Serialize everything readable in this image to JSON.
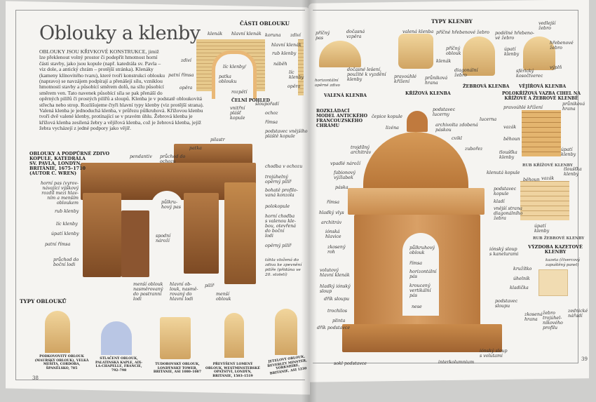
{
  "left_page": {
    "title": "Oblouky a klenby",
    "intro": "OBLOUKY JSOU KŘIVKOVÉ KONSTRUKCE, jimiž lze překlenout volný prostor či podepřít hmotnost horní části stavby, jako jsou kopule (např. katedrála sv. Pavla – viz dole, a antický chrám – protější stránka). Klenáky (kameny klínovitého tvaru), které tvoří konstrukci oblouku (napravo) se navzájem podpírají a přenášejí sílu, vzniklou hmotností stavby a působící směrem dolů, na sílu působící směrem ven. Tato navenek působící síla se pak přenáší do opěrných pilířů či prostých pilířů a sloupů. Klenba je v podstatě obloukovitá střecha nebo strop. Rozlišujeme čtyři hlavní typy klenby (viz protější strana). Valená klenba je jednoduchá klenba, v průřezu půlkruhová. Křížovou klenbu tvoří dvě valené klenby, protínající se v pravém úhlu. Žebrová klenba je křížová klenba zesílená žebry a vějířová klenba, což je žebrová klenba, jejíž žebra vycházejí z jedné podpory jako vějíř.",
    "parts_heading": "ČÁSTI OBLOUKU",
    "parts_caption": "ČELNÍ POHLED",
    "parts_labels": [
      "klenák",
      "hlavní klenák",
      "koruna",
      "hlavní klenák",
      "rub klenby",
      "náběh",
      "líc klenby/",
      "patka\noblouku",
      "zdiví",
      "patní římsa",
      "opěra",
      "rozpětí",
      "zdiví",
      "líc\nklenby",
      "opěra"
    ],
    "model_heading": "OBLOUKY A PODPŮRNÉ ZDIVO\nKOPULE, KATEDRÁLA\nSV. PAVLA, LONDÝN,\nBRITÁNIE, 1675–1710\n(AUTOR C. WREN)",
    "model_labels": [
      "vnitřní\nplášť\nkopule",
      "sloupořadí",
      "ochoz",
      "pilastr",
      "patka",
      "pendantiv",
      "průchod do\nochozu",
      "římsa",
      "podstavec vnějšího\npláště kopule",
      "chodba v ochozu",
      "trojúhelný\nopěrný pilíř",
      "bohatě profilo-\nvaná konzola",
      "polokopule",
      "horní chodba\ns valenou kle-\nbou, otevřená\ndo boční\nlodi",
      "opěrný pilíř",
      "táhla vložená do\nzdiva ke zpevnění\npilíře (přidána ve\n20. století)",
      "horní pas (vyrov-\nnávající výškový\nrozdíl mezi hlav-\nním a menším\nobloukem",
      "rub klenby",
      "líc klenby",
      "úpatí klenby",
      "patní římsa",
      "průchod do\nboční lodi",
      "půlkru-\nhový pas",
      "spodní\nnároží",
      "menší oblouk\nnasměrovaný\ndo postranní\nlodi",
      "hlavní ob-\nlouk, nasmě-\nrovaný do\nhlavní lodi",
      "pilíř",
      "menší\noblouk"
    ],
    "arch_types_heading": "TYPY OBLOUKŮ",
    "arch_types": [
      "PODKOVOVITÝ OBLOUK (MAURSKÝ OBLOUK), VELKÁ MEŠITA, CORDOBA, ŠPANĚLSKO, 785",
      "STLAČENÝ OBLOUK, PALATINSKÁ KAPLE, AIX-LA-CHAPELLE, FRANCIE, 792–798",
      "TUDOROVSKÝ OBLOUK, LONDÝNSKÝ TOWER, BRITÁNIE, ASI 1080–1087",
      "PŘEVÝŠENÝ LOMENÝ OBLOUK, WESTMINSTERSKÉ OPATSTVÍ, LONDÝN, BRITÁNIE, 1503–1519",
      "JETELOVÝ OBLOUK, BEVERLEY MINSTER, YORKSHIRE, BRITÁNIE, ASI 1230"
    ],
    "page_number": "38"
  },
  "right_page": {
    "vault_heading": "TYPY KLENBY",
    "vaults": [
      {
        "caption": "VALENÁ KLENBA",
        "labels": [
          "příčný\npas",
          "dočasná\nvzpěra",
          "dočasné lešení,\npoužité k vyzdění\nklenby",
          "horizontální\nopěrné zdivo"
        ]
      },
      {
        "caption": "KŘÍŽOVÁ KLENBA",
        "labels": [
          "valená klenba",
          "klenák",
          "pravoúhlé\nkřížení",
          "průniková\nhrana"
        ]
      },
      {
        "caption": "ŽEBROVÁ KLENBA",
        "labels": [
          "příčné hřebenové žebro",
          "podélné hřebeno-\nvé žebro",
          "příčný\noblouk",
          "diagonální\nžebro"
        ]
      },
      {
        "caption": "VĚJÍŘOVÁ KLENBA",
        "labels": [
          "vedlejší\nžebro",
          "hřebenové\nžebro",
          "úpatí\nklenby",
          "výplň",
          "sférický\nkosočtverec"
        ]
      }
    ],
    "temple_heading": "ROZKLÁDACÍ\nMODEL ANTICKÉHO\nFRANCOUZSKÉHO\nCHRÁMU",
    "temple_labels": [
      "čepice kopule",
      "podstavec\nlucerny",
      "lucerna",
      "lizéna",
      "archivolta zdobená\npáskou",
      "cvikl",
      "zubořez",
      "trojdílný\narchitráv",
      "vpadlé nároží",
      "fabionový\nvýžlabek",
      "páska",
      "klenutá kopule",
      "podstavec\nkopule",
      "kladí",
      "římsa",
      "hladký vlys",
      "architráv",
      "iónská\nhlavice",
      "zkosený\nroh",
      "volutový\nhlavní klenák",
      "hladký iónský\nsloup",
      "dřík sloupu",
      "trochilos",
      "plinta",
      "dřík podstavce",
      "půlkruhový\noblouk",
      "římsa",
      "horizontální\npás",
      "kroucený\nvertikální\npás",
      "nese",
      "sokl podstavce",
      "interkolumnium",
      "iónský sloup\ns volutami",
      "vnější strana\ndiagonálního\nžebra",
      "iónský sloup\ns kanelurami",
      "podstavec\nsloupu"
    ],
    "brick_heading": "POLOKŘÍŽOVÁ VAZBA CIHEL NA\nKŘÍŽOVÉ A ŽEBROVÉ KLENBĚ",
    "brick_labels": [
      "pravoúhlé křížení",
      "průniková\nhrana",
      "vazák",
      "běhoun",
      "tloušťka\nklenby",
      "úpatí\nklenby",
      "běhoun",
      "vazák",
      "tloušťka\nklenby",
      "úpatí\nklenby"
    ],
    "brick_captions": [
      "RUB KŘÍŽOVÉ KLENBY",
      "RUB ŽEBROVÉ KLENBY"
    ],
    "coffer_heading": "VÝZDOBA KAZETOVÉ\nKLENBY",
    "coffer_labels": [
      "kazeta (čtvercový\nzapuštěný panel)",
      "kružítko",
      "úhelník",
      "kladička",
      "zkosená\nhrana",
      "žebro\ntrojúhel-\nníkového\nprofilu",
      "zednické\nnářadí"
    ],
    "page_number": "39"
  }
}
